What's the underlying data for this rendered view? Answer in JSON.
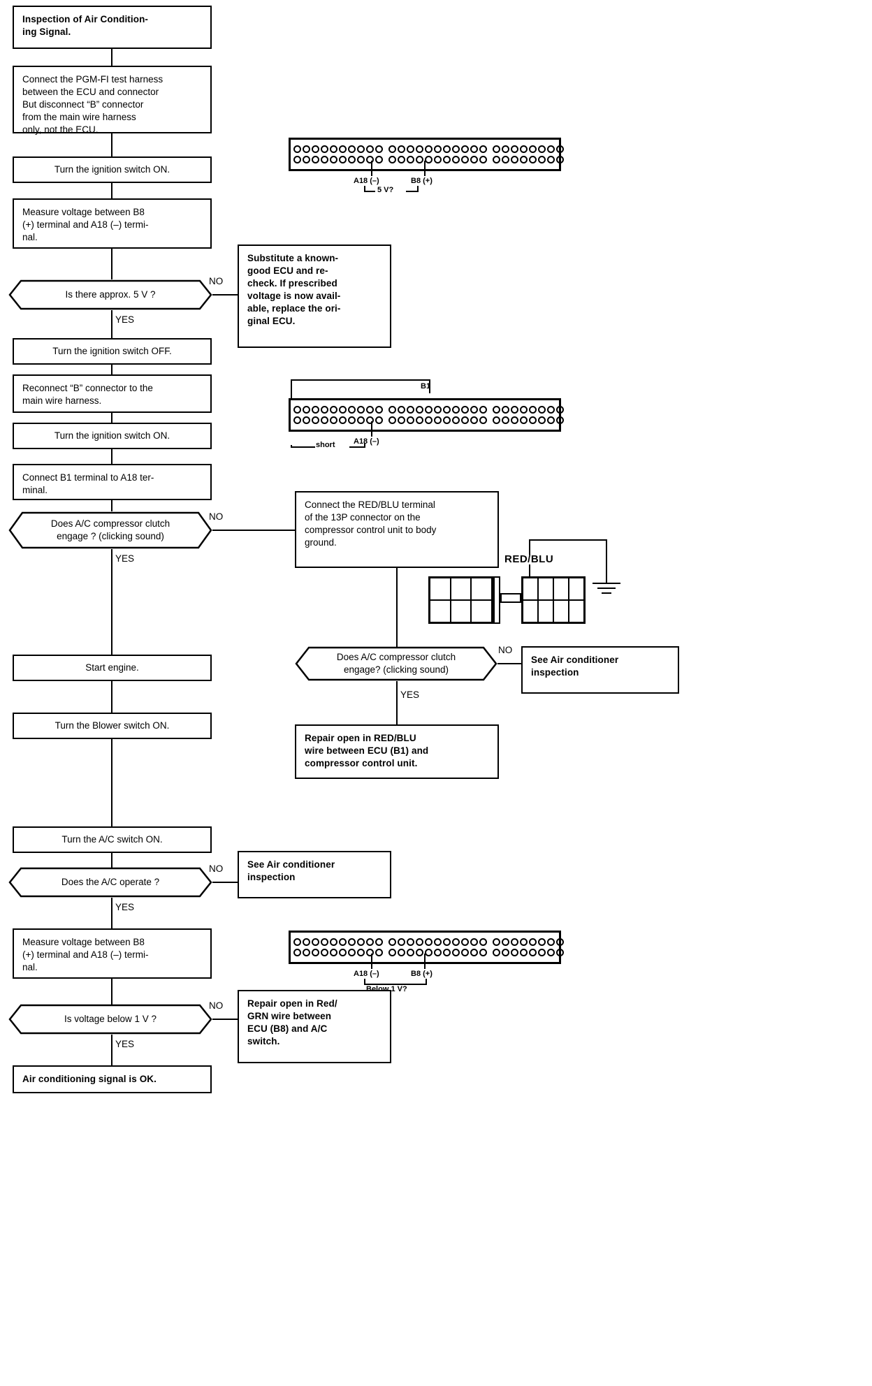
{
  "document": {
    "type": "troubleshooting-flowchart",
    "title": "Inspection of Air Conditioning Signal."
  },
  "flow": {
    "start": {
      "text": "Inspection of Air Condition-\ning Signal."
    },
    "steps": [
      {
        "id": "connect-harness",
        "text": "Connect the PGM-FI test harness\nbetween the ECU and connector\nBut disconnect “B” connector\nfrom the main wire harness\nonly, not the ECU."
      },
      {
        "id": "ign-on-1",
        "text": "Turn the ignition switch ON."
      },
      {
        "id": "measure-1",
        "text": "Measure voltage between B8\n(+) terminal and A18 (–) termi-\nnal."
      },
      {
        "id": "ign-off",
        "text": "Turn the ignition switch OFF."
      },
      {
        "id": "reconnect-b",
        "text": "Reconnect “B” connector to the\nmain wire harness."
      },
      {
        "id": "ign-on-2",
        "text": "Turn the ignition switch ON."
      },
      {
        "id": "connect-b1-a18",
        "text": "Connect B1 terminal to A18 ter-\nminal."
      },
      {
        "id": "start-engine",
        "text": "Start engine."
      },
      {
        "id": "blower-on",
        "text": "Turn the Blower switch ON."
      },
      {
        "id": "ac-switch-on",
        "text": "Turn the A/C switch ON."
      },
      {
        "id": "measure-2",
        "text": "Measure voltage between B8\n(+) terminal and A18 (–) termi-\nnal."
      }
    ],
    "decisions": [
      {
        "id": "approx-5v",
        "text": "Is there approx. 5 V ?",
        "yes": "YES",
        "no": "NO"
      },
      {
        "id": "clutch-engage-1",
        "text": "Does A/C compressor clutch\nengage ? (clicking sound)",
        "yes": "YES",
        "no": "NO"
      },
      {
        "id": "clutch-engage-2",
        "text": "Does A/C compressor clutch\nengage? (clicking sound)",
        "yes": "YES",
        "no": "NO"
      },
      {
        "id": "ac-operate",
        "text": "Does the A/C operate ?",
        "yes": "YES",
        "no": "NO"
      },
      {
        "id": "below-1v",
        "text": "Is voltage below 1 V ?",
        "yes": "YES",
        "no": "NO"
      }
    ],
    "results": [
      {
        "id": "substitute-ecu",
        "text": "Substitute a known-\ngood ECU and re-\ncheck. If prescribed\nvoltage is now avail-\nable, replace the ori-\nginal ECU."
      },
      {
        "id": "connect-redblu",
        "text": "Connect the RED/BLU terminal\nof the 13P connector on the\ncompressor control unit to body\nground."
      },
      {
        "id": "see-ac-inspection-1",
        "text": "See Air conditioner\ninspection"
      },
      {
        "id": "repair-redblu",
        "text": "Repair open in RED/BLU\nwire between ECU (B1) and\ncompressor control unit."
      },
      {
        "id": "see-ac-inspection-2",
        "text": "See Air conditioner\ninspection"
      },
      {
        "id": "repair-redgrn",
        "text": "Repair open in Red/\nGRN wire between\nECU (B8) and A/C\nswitch."
      }
    ],
    "end": {
      "text": "Air conditioning signal is OK."
    }
  },
  "connector_diagrams": [
    {
      "id": "ecu-connector-top",
      "segments": [
        10,
        11,
        8
      ],
      "rows": 2,
      "labels": [
        {
          "name": "a18-label",
          "text": "A18 (–)"
        },
        {
          "name": "b8-label",
          "text": "B8 (+)"
        },
        {
          "name": "measurement-label",
          "text": "5 V?"
        }
      ]
    },
    {
      "id": "ecu-connector-middle",
      "segments": [
        10,
        11,
        8
      ],
      "rows": 2,
      "labels": [
        {
          "name": "b1-label",
          "text": "B1"
        },
        {
          "name": "a18-label",
          "text": "A18 (–)"
        },
        {
          "name": "short-label",
          "text": "short"
        }
      ]
    },
    {
      "id": "compressor-13p-connector",
      "labels": [
        {
          "name": "redblu-label",
          "text": "RED/BLU"
        }
      ]
    },
    {
      "id": "ecu-connector-bottom",
      "segments": [
        10,
        11,
        8
      ],
      "rows": 2,
      "labels": [
        {
          "name": "a18-label",
          "text": "A18 (–)"
        },
        {
          "name": "b8-label",
          "text": "B8 (+)"
        },
        {
          "name": "measurement-label",
          "text": "Below 1 V?"
        }
      ]
    }
  ]
}
